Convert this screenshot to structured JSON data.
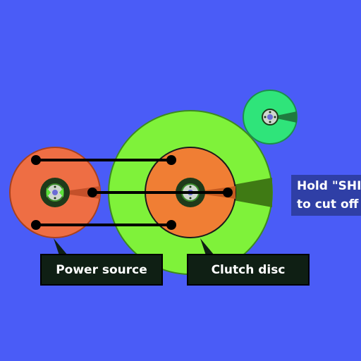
{
  "labels": {
    "power_source": "Power source",
    "clutch_disc": "Clutch disc"
  },
  "hint": {
    "line1": "Hold \"SHI",
    "line2": "to cut off"
  },
  "colors": {
    "background": "#4a5cf7",
    "power_gear": "#ee6e44",
    "clutch_disc": "#f07e34",
    "big_wheel": "#7ff23a",
    "small_wheel": "#2fe47a",
    "axle_dark": "#1f3a1a",
    "belt": "#000000",
    "label_bg": "#0f1f14",
    "hint_bg": "#2f3fa6"
  },
  "icons": {
    "hub": "gear-hub-icon"
  }
}
